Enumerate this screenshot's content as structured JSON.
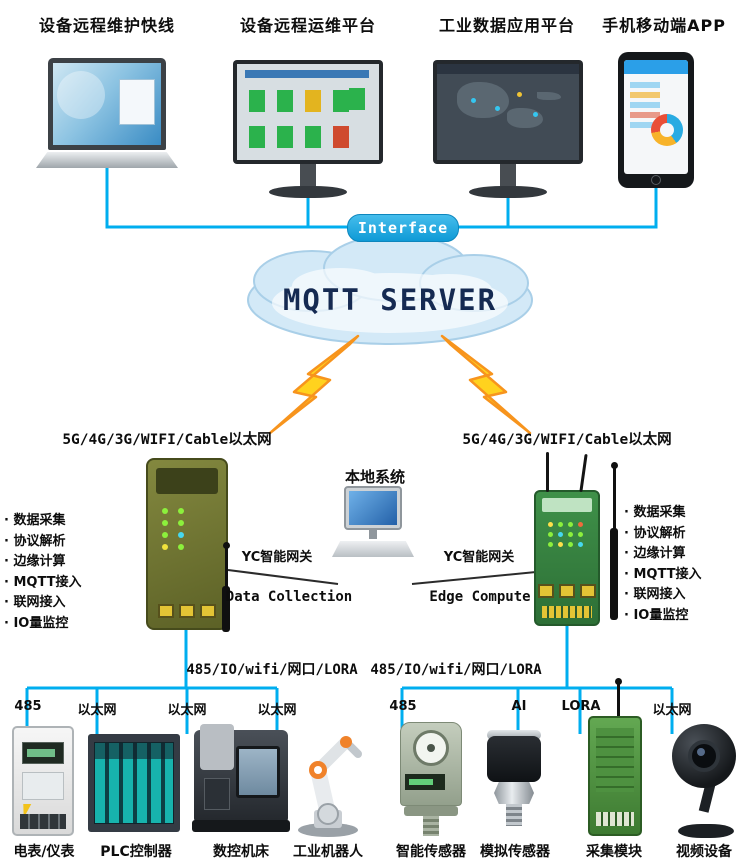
{
  "colors": {
    "wire": "#00aeef",
    "interface_fill": "#1ea6dd",
    "cloud_fill": "#d3e9f7",
    "lightning_fill": "#ffd21e",
    "lightning_outline": "#f7941d"
  },
  "top_platforms": [
    {
      "label": "设备远程维护快线"
    },
    {
      "label": "设备远程运维平台"
    },
    {
      "label": "工业数据应用平台"
    },
    {
      "label": "手机移动端APP"
    }
  ],
  "interface": {
    "label": "Interface"
  },
  "cloud": {
    "label": "MQTT SERVER"
  },
  "local_system": {
    "label": "本地系统"
  },
  "gateways": {
    "left": {
      "uplink_label": "5G/4G/3G/WIFI/Cable以太网",
      "name": "YC智能网关",
      "caption": "Data Collection",
      "features": [
        "数据采集",
        "协议解析",
        "边缘计算",
        "MQTT接入",
        "联网接入",
        "IO量监控"
      ],
      "bus_label": "485/IO/wifi/网口/LORA",
      "ports": [
        "485",
        "以太网",
        "以太网",
        "以太网"
      ]
    },
    "right": {
      "uplink_label": "5G/4G/3G/WIFI/Cable以太网",
      "name": "YC智能网关",
      "caption": "Edge Compute",
      "features": [
        "数据采集",
        "协议解析",
        "边缘计算",
        "MQTT接入",
        "联网接入",
        "IO量监控"
      ],
      "bus_label": "485/IO/wifi/网口/LORA",
      "ports": [
        "485",
        "AI",
        "LORA",
        "以太网"
      ]
    }
  },
  "end_devices": [
    {
      "label": "电表/仪表"
    },
    {
      "label": "PLC控制器"
    },
    {
      "label": "数控机床"
    },
    {
      "label": "工业机器人"
    },
    {
      "label": "智能传感器"
    },
    {
      "label": "模拟传感器"
    },
    {
      "label": "采集模块"
    },
    {
      "label": "视频设备"
    }
  ]
}
